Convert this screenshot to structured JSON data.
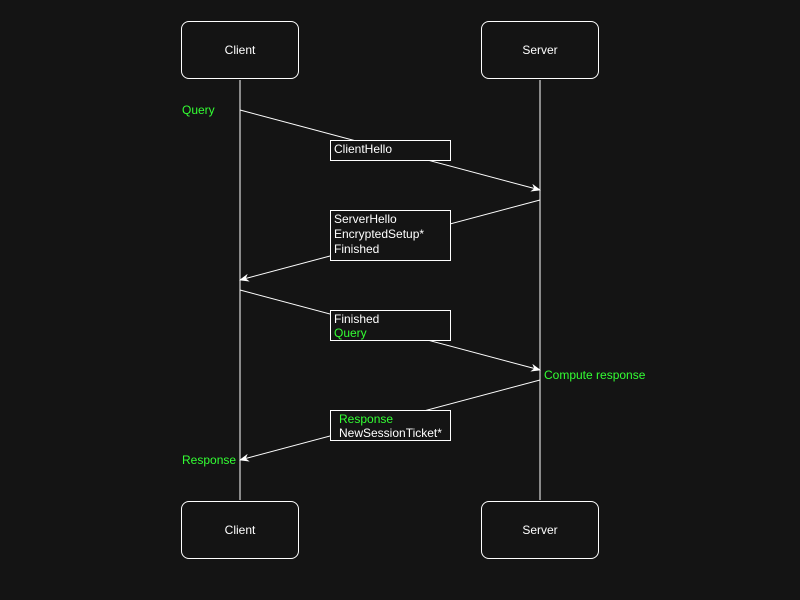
{
  "colors": {
    "background": "#141414",
    "foreground": "#ffffff",
    "highlight": "#33ff33"
  },
  "participants": {
    "client_top": "Client",
    "server_top": "Server",
    "client_bottom": "Client",
    "server_bottom": "Server"
  },
  "notes": {
    "client_query": "Query",
    "server_compute": "Compute response",
    "client_response": "Response"
  },
  "messages": {
    "client_hello": {
      "line1": "ClientHello"
    },
    "server_hello": {
      "line1": "ServerHello",
      "line2": "EncryptedSetup*",
      "line3": "Finished"
    },
    "finished_query": {
      "line1": "Finished",
      "line2": "Query"
    },
    "response": {
      "line1": "Response",
      "line2": "NewSessionTicket*"
    }
  }
}
